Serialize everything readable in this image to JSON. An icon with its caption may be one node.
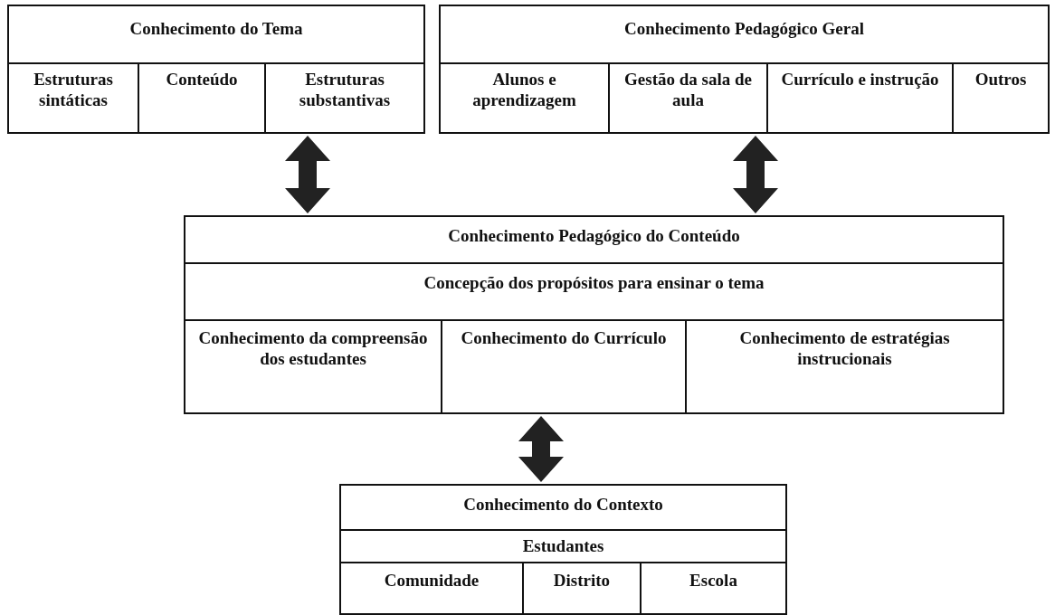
{
  "diagram": {
    "nodes": [
      {
        "text": [
          "Conhecimento do Tema"
        ]
      },
      {
        "text": [
          "Estruturas sintáticas"
        ],
        "in": 0
      },
      {
        "text": [
          "Conteúdo"
        ],
        "in": 0
      },
      {
        "text": [
          "Estruturas substantivas"
        ],
        "in": 0
      },
      {
        "text": [
          "Conhecimento Pedagógico Geral"
        ]
      },
      {
        "text": [
          "Alunos e aprendizagem"
        ],
        "in": 4
      },
      {
        "text": [
          "Gestão da sala de aula"
        ],
        "in": 4
      },
      {
        "text": [
          "Currículo e instrução"
        ],
        "in": 4
      },
      {
        "text": [
          "Outros"
        ],
        "in": 4
      },
      {
        "text": [
          "Conhecimento Pedagógico do Conteúdo"
        ]
      },
      {
        "text": [
          "Concepção dos propósitos para ensinar o tema"
        ],
        "in": 9
      },
      {
        "text": [
          "Conhecimento da compreensão dos estudantes"
        ],
        "in": 9
      },
      {
        "text": [
          "Conhecimento do Currículo"
        ],
        "in": 9
      },
      {
        "text": [
          "Conhecimento de estratégias instrucionais"
        ],
        "in": 9
      },
      {
        "text": [
          "Conhecimento do Contexto"
        ]
      },
      {
        "text": [
          "Estudantes"
        ],
        "in": 14
      },
      {
        "text": [
          "Comunidade"
        ],
        "in": 14
      },
      {
        "text": [
          "Distrito"
        ],
        "in": 14
      },
      {
        "text": [
          "Escola"
        ],
        "in": 14
      }
    ],
    "edges": [
      {
        "from": 0,
        "to": 9,
        "arrow": "both",
        "style": "thick"
      },
      {
        "from": 4,
        "to": 9,
        "arrow": "both",
        "style": "thick"
      },
      {
        "from": 9,
        "to": 14,
        "arrow": "both",
        "style": "thick"
      }
    ]
  }
}
